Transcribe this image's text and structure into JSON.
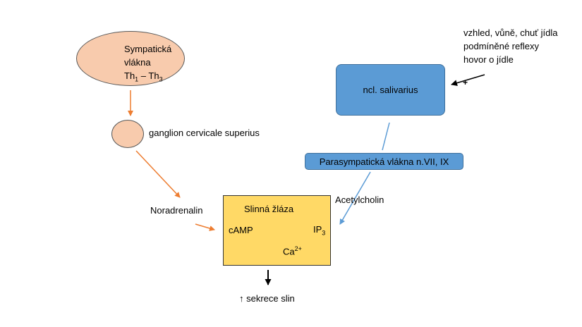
{
  "sympathetic": {
    "line1": "Sympatická",
    "line2": "vlákna",
    "th_start": "Th",
    "th_start_sub": "1",
    "th_sep": " – ",
    "th_end": "Th",
    "th_end_sub": "3"
  },
  "ganglion_label": "ganglion cervicale superius",
  "noradrenalin_label": "Noradrenalin",
  "salivarius_label": "ncl. salivarius",
  "stimuli": {
    "line1": "vzhled, vůně, chuť jídla",
    "line2": "podmíněné reflexy",
    "line3": "hovor o jídle",
    "plus": "+"
  },
  "parasympathetic_label": "Parasympatická vlákna n.VII, IX",
  "acetylcholin_label": "Acetylcholin",
  "gland": {
    "title": "Slinná žláza",
    "camp": "cAMP",
    "ip": "IP",
    "ip_sub": "3",
    "ca": "Ca",
    "ca_sup": "2+"
  },
  "output": {
    "up_arrow": "↑",
    "label": " sekrece slin"
  },
  "colors": {
    "orange_fill": "#f8cbad",
    "orange_arrow": "#ed7d31",
    "blue_fill": "#5b9bd5",
    "blue_arrow": "#5b9bd5",
    "gland_fill": "#ffd966"
  }
}
